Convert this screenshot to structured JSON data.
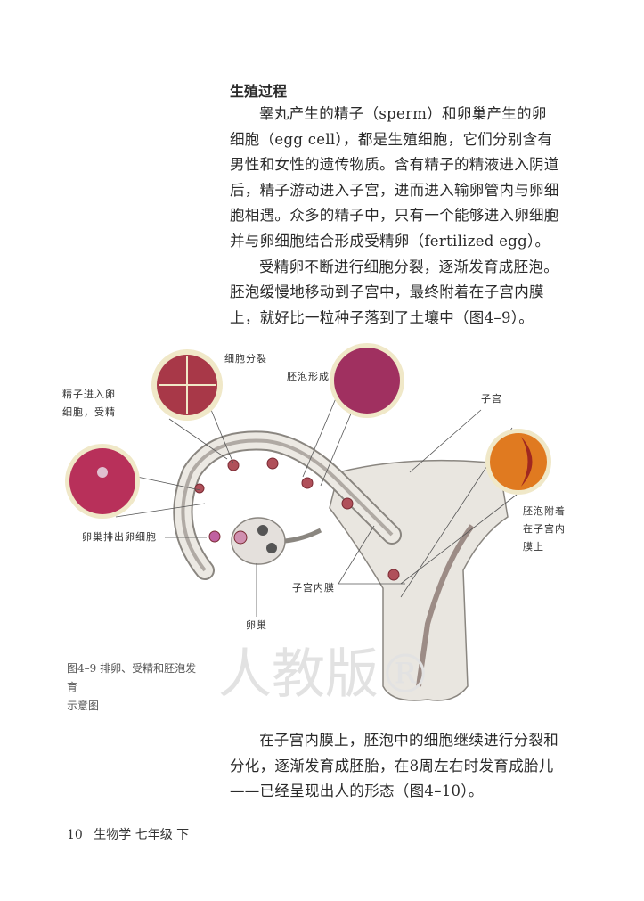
{
  "section_title": "生殖过程",
  "paragraphs_top": [
    "睾丸产生的精子（sperm）和卵巢产生的卵细胞（egg cell），都是生殖细胞，它们分别含有男性和女性的遗传物质。含有精子的精液进入阴道后，精子游动进入子宫，进而进入输卵管内与卵细胞相遇。众多的精子中，只有一个能够进入卵细胞并与卵细胞结合形成受精卵（fertilized egg）。",
    "受精卵不断进行细胞分裂，逐渐发育成胚泡。胚泡缓慢地移动到子宫中，最终附着在子宫内膜上，就好比一粒种子落到了土壤中（图4–9）。"
  ],
  "figure": {
    "labels": {
      "cell_division": "细胞分裂",
      "blastocyst_formed": "胚泡形成",
      "fertilization_1": "精子进入卵",
      "fertilization_2": "细胞，受精",
      "uterus": "子宫",
      "implant_1": "胚泡附着",
      "implant_2": "在子宫内",
      "implant_3": "膜上",
      "ovulation": "卵巢排出卵细胞",
      "endometrium": "子宫内膜",
      "ovary": "卵巢"
    },
    "caption_1": "图4–9 排卵、受精和胚泡发育",
    "caption_2": "示意图",
    "watermark": "人教版®"
  },
  "paragraph_bottom": "在子宫内膜上，胚泡中的细胞继续进行分裂和分化，逐渐发育成胚胎，在8周左右时发育成胎儿——已经呈现出人的形态（图4–10）。",
  "footer": {
    "page_number": "10",
    "book": "生物学 七年级 下"
  }
}
